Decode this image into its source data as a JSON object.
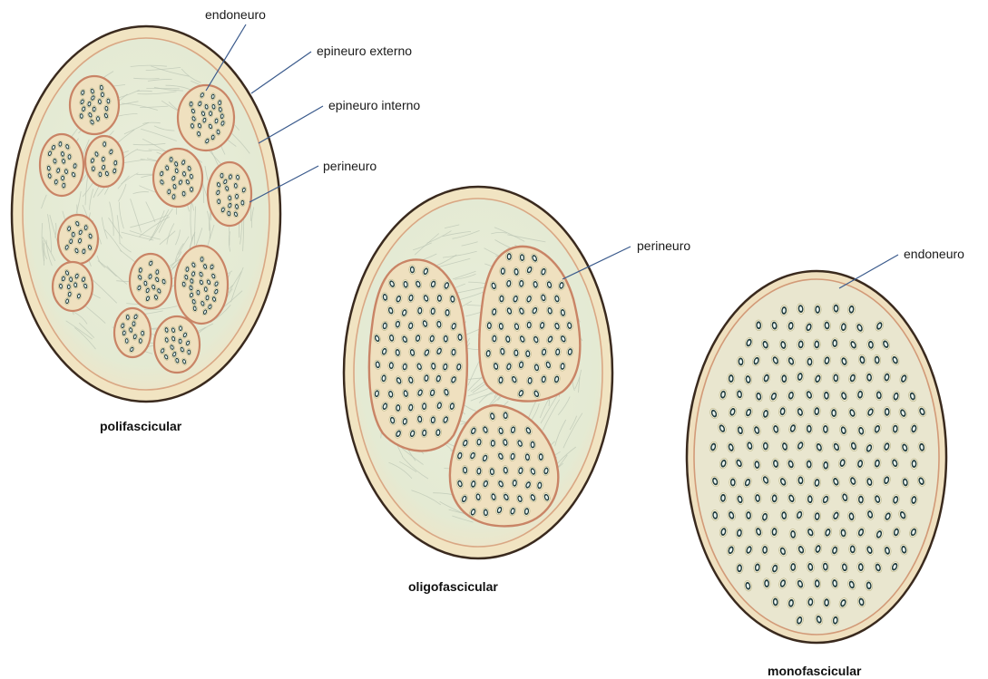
{
  "labels": {
    "poly_endoneuro": "endoneuro",
    "poly_epineuro_externo": "epineuro externo",
    "poly_epineuro_interno": "epineuro interno",
    "poly_perineuro": "perineuro",
    "oligo_perineuro": "perineuro",
    "mono_endoneuro": "endoneuro"
  },
  "captions": {
    "poly": "polifascicular",
    "oligo": "oligofascicular",
    "mono": "monofascicular"
  },
  "colors": {
    "epineurium_fill": "#f1e7c9",
    "epineurium_edge": "#3a2a1e",
    "inner_ring": "#d9a784",
    "connective_tissue": "#e6edd9",
    "fascicle_fill": "#efe0bf",
    "fascicle_edge": "#c98466",
    "axon_dark": "#1f3a3c",
    "axon_light": "#e9f3ef",
    "leader_line": "#3a5a8c"
  }
}
